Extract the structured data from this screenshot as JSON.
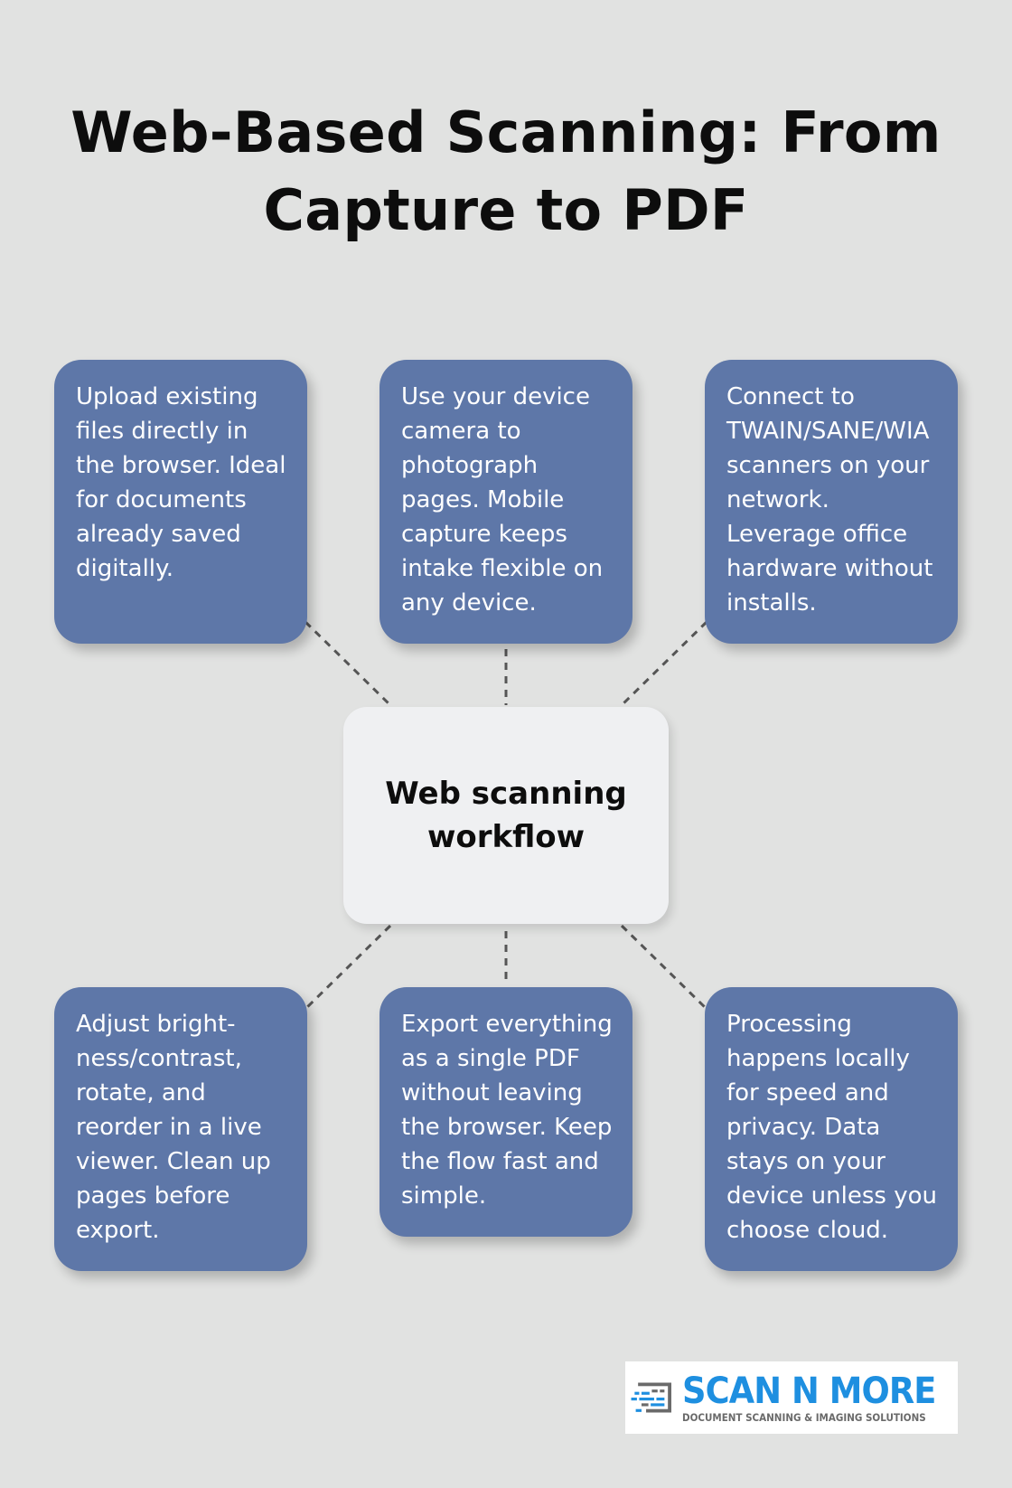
{
  "title": "Web-Based Scanning: From Capture to PDF",
  "center": {
    "label": "Web scanning workflow"
  },
  "cards": [
    {
      "text": "Upload existing files directly in the browser. Ideal for documents already saved digitally."
    },
    {
      "text": "Use your device camera to photograph pages. Mobile capture keeps intake flexible on any device."
    },
    {
      "text": "Connect to TWAIN/SANE/WIA scanners on your network. Leverage office hardware without installs."
    },
    {
      "text": "Adjust bright-ness/contrast, rotate, and reorder in a live viewer. Clean up pages before export."
    },
    {
      "text": "Export everything as a single PDF without leaving the browser. Keep the flow fast and simple."
    },
    {
      "text": "Processing happens locally for speed and privacy. Data stays on your device unless you choose cloud."
    }
  ],
  "logo": {
    "name": "SCAN N MORE",
    "tagline": "DOCUMENT SCANNING & IMAGING SOLUTIONS",
    "colors": {
      "primary": "#1e8fe0",
      "secondary": "#6a6a6a"
    }
  },
  "colors": {
    "background": "#e1e2e1",
    "card": "#5e77a8",
    "center_box": "#eff0f2",
    "connector": "#555555"
  }
}
